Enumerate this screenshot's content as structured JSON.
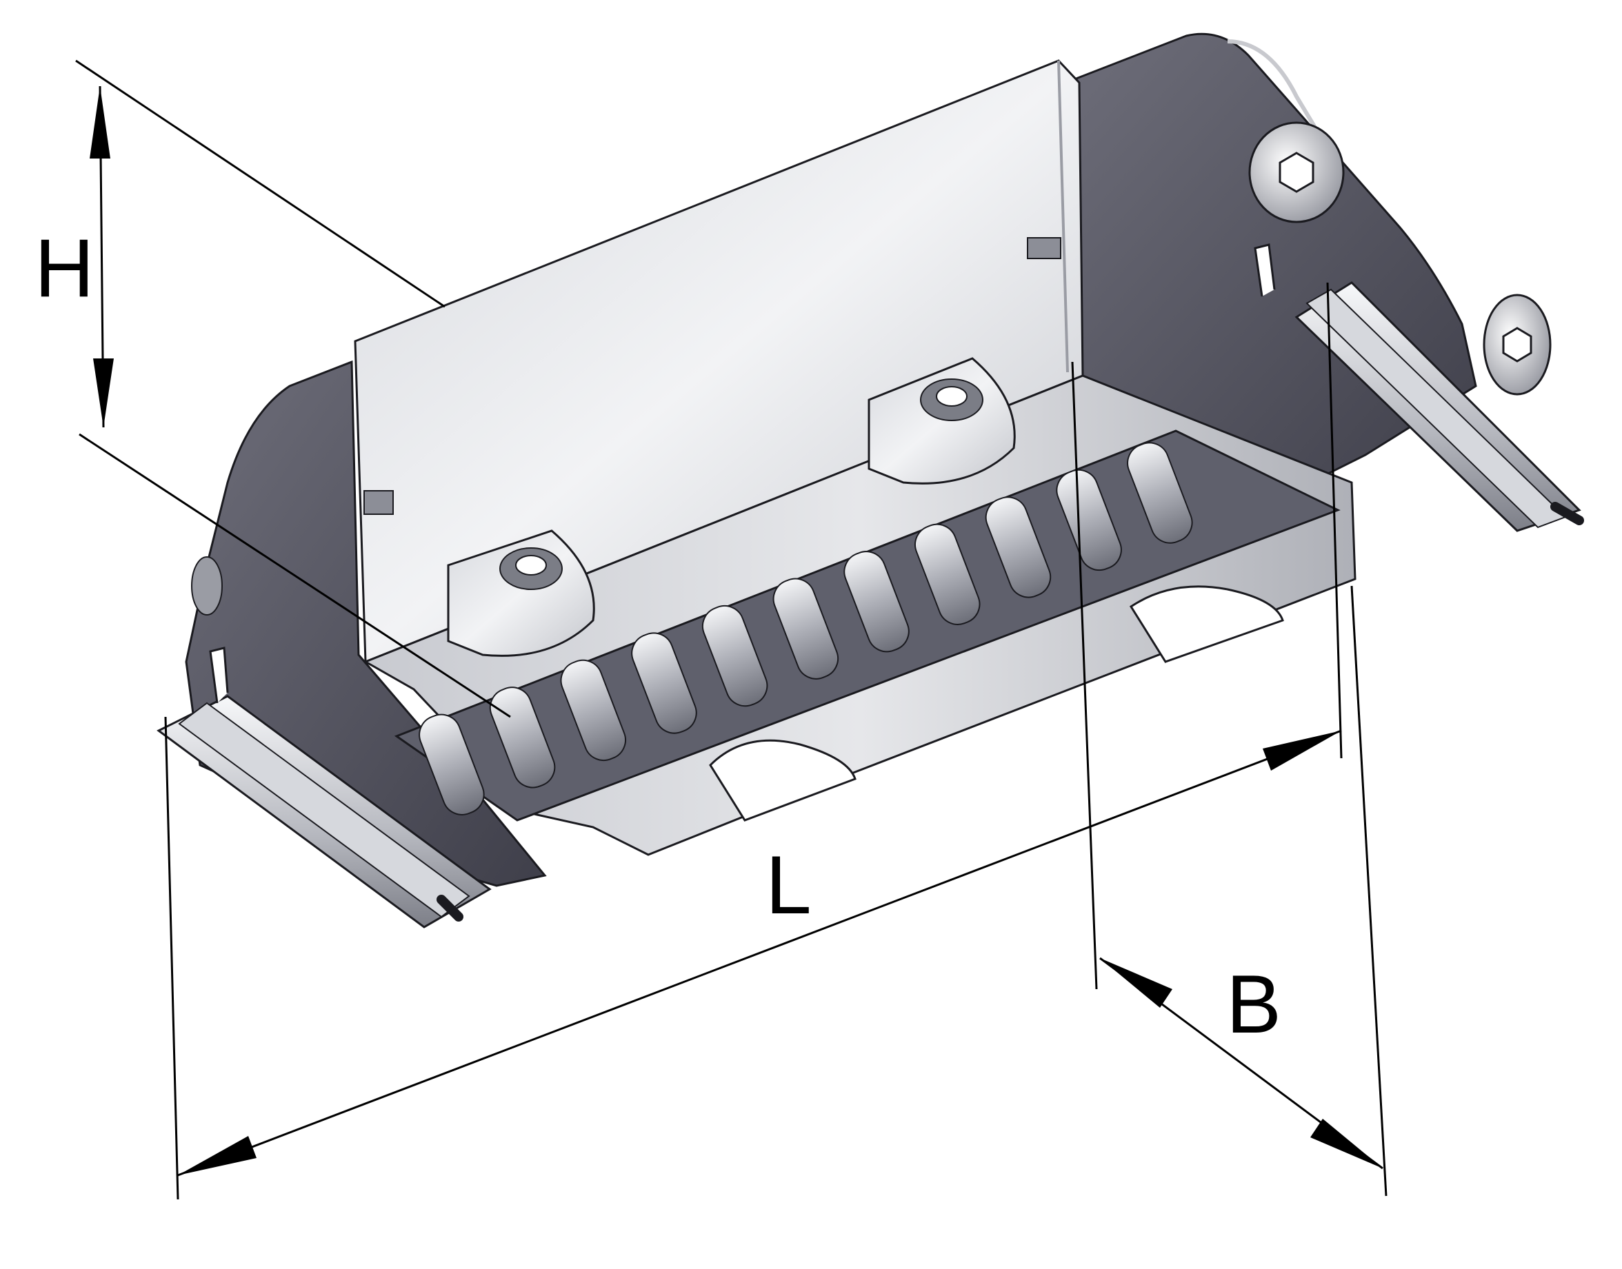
{
  "labels": {
    "height": "H",
    "length": "L",
    "width": "B"
  },
  "colors": {
    "housing_dark": "#5a5a66",
    "housing_mid": "#8e8e99",
    "steel_light": "#e3e4e8",
    "steel_mid": "#b9bbc2",
    "roller": "#c9cbd2",
    "dimension_line": "#000000"
  }
}
